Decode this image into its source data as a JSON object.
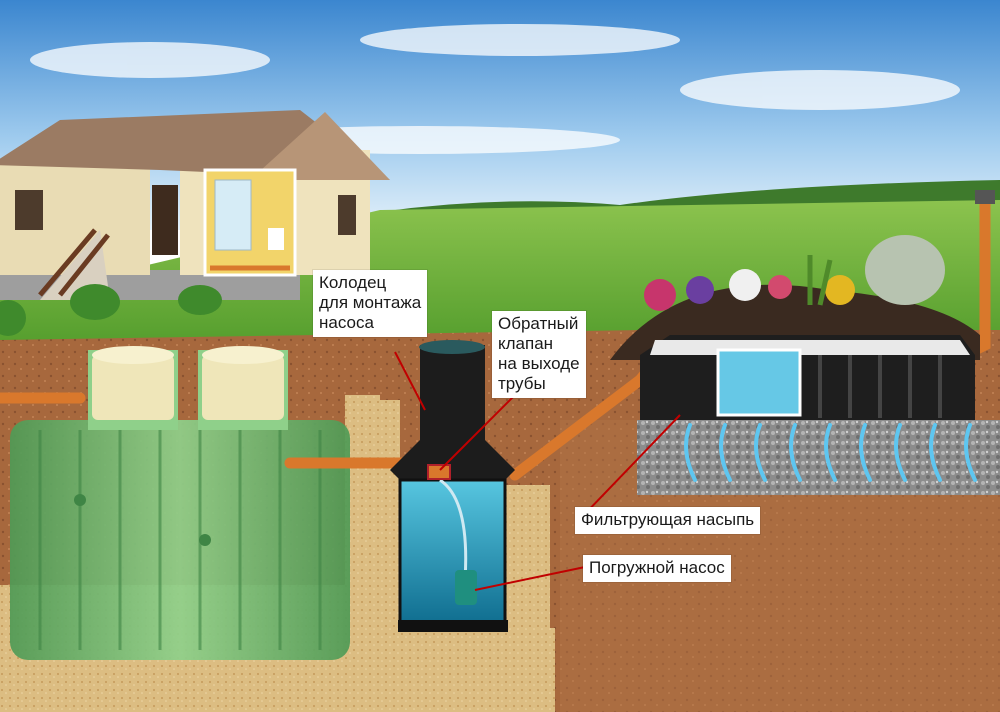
{
  "labels": {
    "pump_well": [
      "Колодец",
      "для монтажа",
      "насоса"
    ],
    "check_valve": [
      "Обратный",
      "клапан",
      "на выходе",
      "трубы"
    ],
    "filter_bed": "Фильтрующая насыпь",
    "submersible_pump": "Погружной насос"
  },
  "colors": {
    "sky_top": "#3f8fd6",
    "sky_bottom": "#cfe6f7",
    "grass": "#6bb03a",
    "soil": "#a0623a",
    "pipe": "#d9782c",
    "tank_green": "#6fb76c",
    "well_black": "#1c1c1c",
    "water": "#2fa7c9",
    "sand": "#d9b77a",
    "gravel": "#9a9a9a"
  }
}
